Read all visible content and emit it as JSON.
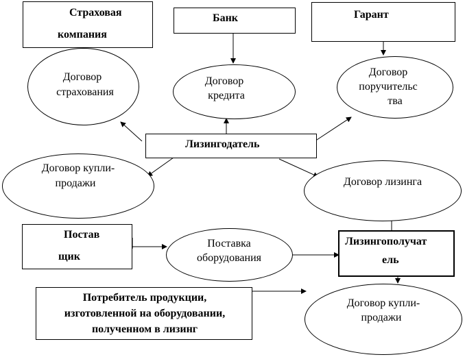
{
  "nodes": {
    "insurance_company": [
      "Страховая",
      "компания"
    ],
    "bank": "Банк",
    "guarantor": "Гарант",
    "insurance_contract": [
      "Договор",
      "страхования"
    ],
    "credit_contract": [
      "Договор",
      "кредита"
    ],
    "guarantee_contract": [
      "Договор",
      "поручительс",
      "тва"
    ],
    "lessor": "Лизингодатель",
    "sale_contract_top": [
      "Договор купли-",
      "продажи"
    ],
    "leasing_contract": "Договор лизинга",
    "supplier": [
      "Постав",
      "щик"
    ],
    "equipment_supply": [
      "Поставка",
      "оборудования"
    ],
    "lessee": [
      "Лизингополучат",
      "ель"
    ],
    "consumer": [
      "Потребитель продукции,",
      "изготовленной на оборудовании,",
      "полученном в лизинг"
    ],
    "sale_contract_bottom": [
      "Договор купли-",
      "продажи"
    ]
  }
}
